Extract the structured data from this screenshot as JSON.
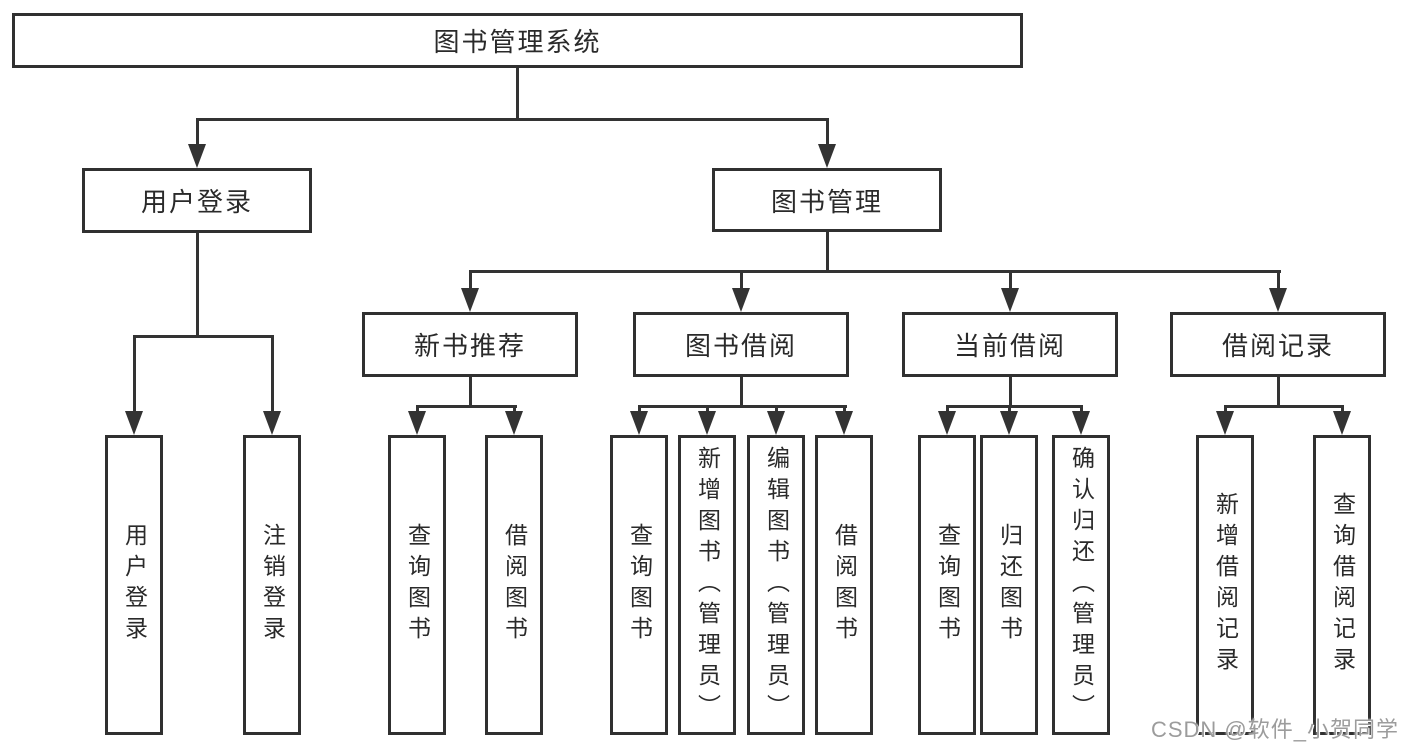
{
  "tree": {
    "root": {
      "label": "图书管理系统",
      "children": [
        {
          "label": "用户登录",
          "children": [
            {
              "label": "用户登录"
            },
            {
              "label": "注销登录"
            }
          ]
        },
        {
          "label": "图书管理",
          "children": [
            {
              "label": "新书推荐",
              "children": [
                {
                  "label": "查询图书"
                },
                {
                  "label": "借阅图书"
                }
              ]
            },
            {
              "label": "图书借阅",
              "children": [
                {
                  "label": "查询图书"
                },
                {
                  "label": "新增图书（管理员）"
                },
                {
                  "label": "编辑图书（管理员）"
                },
                {
                  "label": "借阅图书"
                }
              ]
            },
            {
              "label": "当前借阅",
              "children": [
                {
                  "label": "查询图书"
                },
                {
                  "label": "归还图书"
                },
                {
                  "label": "确认归还（管理员）"
                }
              ]
            },
            {
              "label": "借阅记录",
              "children": [
                {
                  "label": "新增借阅记录"
                },
                {
                  "label": "查询借阅记录"
                }
              ]
            }
          ]
        }
      ]
    }
  },
  "watermark": {
    "text": "CSDN @软件_小贺同学"
  },
  "colors": {
    "line": "#333333",
    "box_border": "#303030",
    "text": "#2a2a2a",
    "watermark": "#9c9c9c",
    "background": "#ffffff"
  }
}
